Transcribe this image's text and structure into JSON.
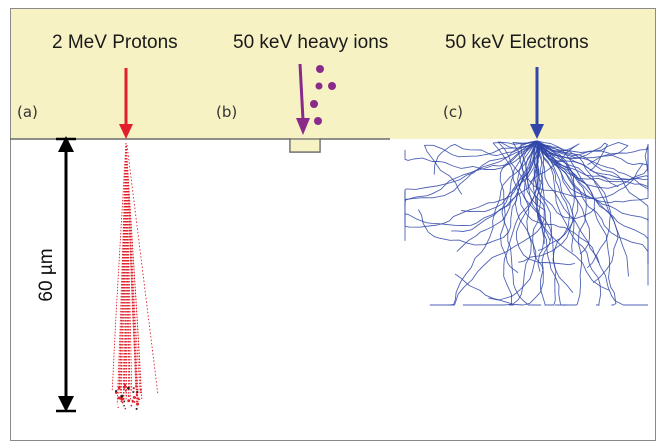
{
  "beams": {
    "a": {
      "panel_label": "(a)",
      "title": "2 MeV Protons",
      "color": "#e0202a"
    },
    "b": {
      "panel_label": "(b)",
      "title": "50 keV heavy ions",
      "color": "#8a2a8a"
    },
    "c": {
      "panel_label": "(c)",
      "title": "50 keV Electrons",
      "color": "#3046a8"
    }
  },
  "scale": {
    "depth_label": "60 µm"
  },
  "colors": {
    "vacuum_band": "#f6f2c4",
    "target": "#ffffff",
    "frame": "#8a8a8a",
    "scale_bar": "#000000"
  }
}
